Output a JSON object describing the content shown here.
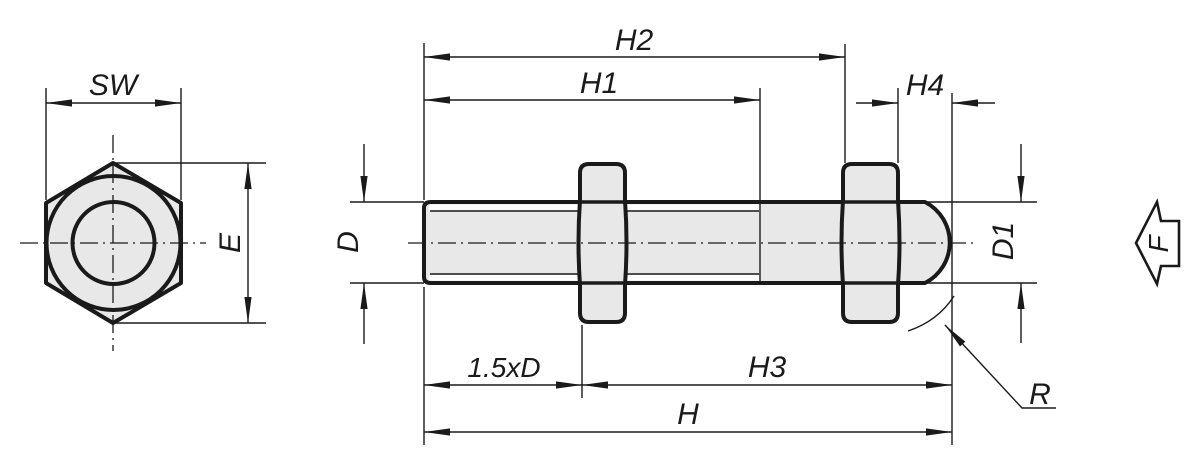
{
  "drawing": {
    "title": "threaded stud with hex nuts - dimensioned technical drawing",
    "labels": {
      "sw": "SW",
      "e": "E",
      "h2": "H2",
      "h1": "H1",
      "h4": "H4",
      "d": "D",
      "d1": "D1",
      "one_five_x_d": "1.5xD",
      "h3": "H3",
      "h": "H",
      "r": "R",
      "f": "F"
    },
    "colors": {
      "line": "#1a1a1a",
      "part_fill": "#e8e8e8",
      "background": "#ffffff"
    },
    "force_arrow_direction": "left"
  }
}
